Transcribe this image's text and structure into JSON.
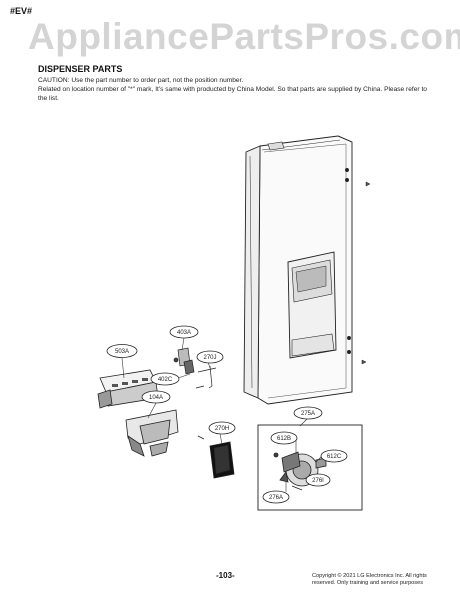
{
  "header": {
    "model_tag": "#EV#",
    "watermark": "AppliancePartsPros.com"
  },
  "section": {
    "title": "DISPENSER PARTS",
    "caution_line_1": "CAUTION: Use the part number to order part, not the position number.",
    "caution_line_2": "Related on location number of \"*\" mark, It's same with producted by China Model. So that parts are supplied by China. Please refer to the list."
  },
  "callouts": {
    "c403A": "403A",
    "c503A": "503A",
    "c270J": "270J",
    "c402C": "402C",
    "c104A": "104A",
    "c275A": "275A",
    "c270H": "270H",
    "c612B": "612B",
    "c612C": "612C",
    "c276I": "276I",
    "c276A": "276A"
  },
  "footer": {
    "page_number": "-103-",
    "copyright_line_1": "Copyright © 2021 LG Electronics Inc. All rights",
    "copyright_line_2": "reserved. Only training and service purposes"
  }
}
